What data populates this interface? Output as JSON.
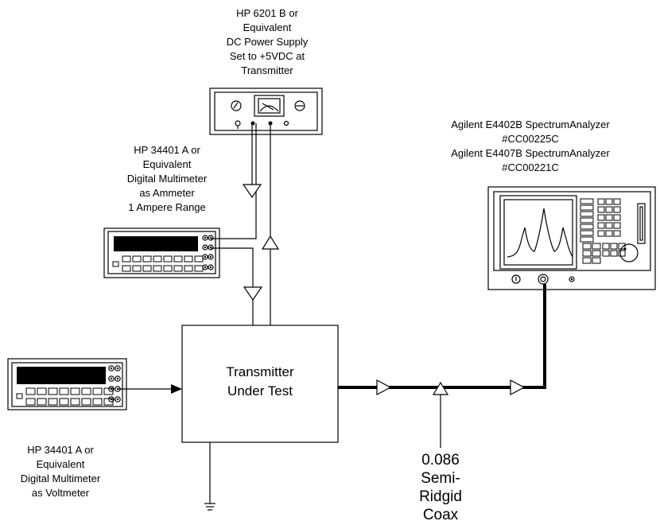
{
  "power_supply": {
    "label_lines": [
      "HP 6201 B or",
      "Equivalent",
      "DC Power Supply",
      "Set to +5VDC at",
      "Transmitter"
    ]
  },
  "ammeter": {
    "label_lines": [
      "HP 34401 A or",
      "Equivalent",
      "Digital Multimeter",
      "as Ammeter",
      "1 Ampere Range"
    ]
  },
  "spectrum_analyzer": {
    "label_lines": [
      "Agilent E4402B SpectrumAnalyzer",
      "#CC00225C",
      "Agilent E4407B SpectrumAnalyzer",
      "#CC00221C"
    ]
  },
  "transmitter": {
    "label_lines": [
      "Transmitter",
      "Under Test"
    ]
  },
  "voltmeter": {
    "label_lines": [
      "HP 34401 A or",
      "Equivalent",
      "Digital Multimeter",
      "as Voltmeter"
    ]
  },
  "coax": {
    "label_lines": [
      "0.086",
      "Semi-",
      "Ridgid",
      "Coax"
    ]
  }
}
